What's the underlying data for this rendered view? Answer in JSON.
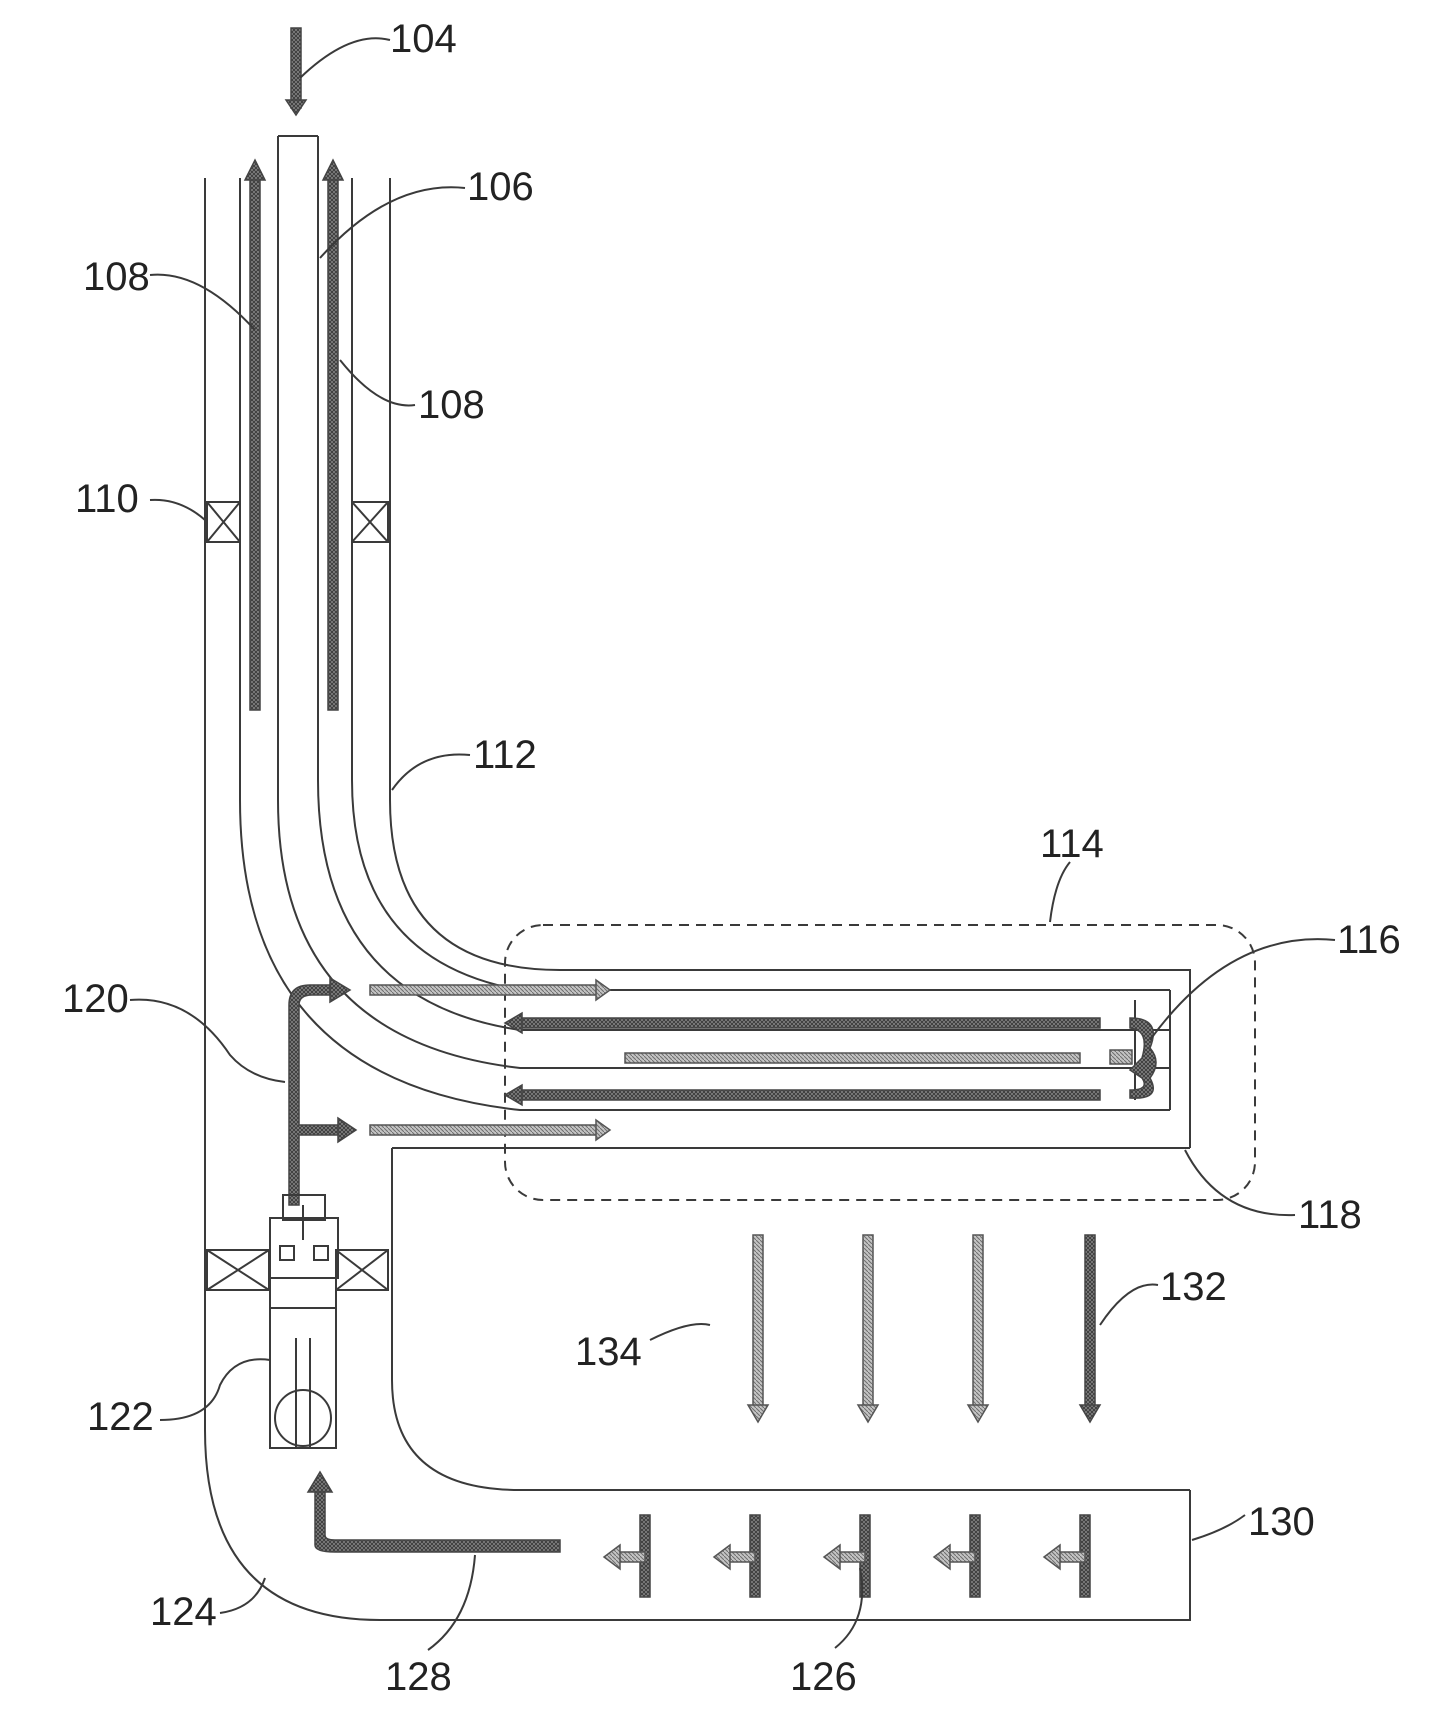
{
  "labels": {
    "l104": "104",
    "l106": "106",
    "l108a": "108",
    "l108b": "108",
    "l110": "110",
    "l112": "112",
    "l114": "114",
    "l116": "116",
    "l118": "118",
    "l120": "120",
    "l122": "122",
    "l124": "124",
    "l126": "126",
    "l128": "128",
    "l130": "130",
    "l132": "132",
    "l134": "134"
  }
}
